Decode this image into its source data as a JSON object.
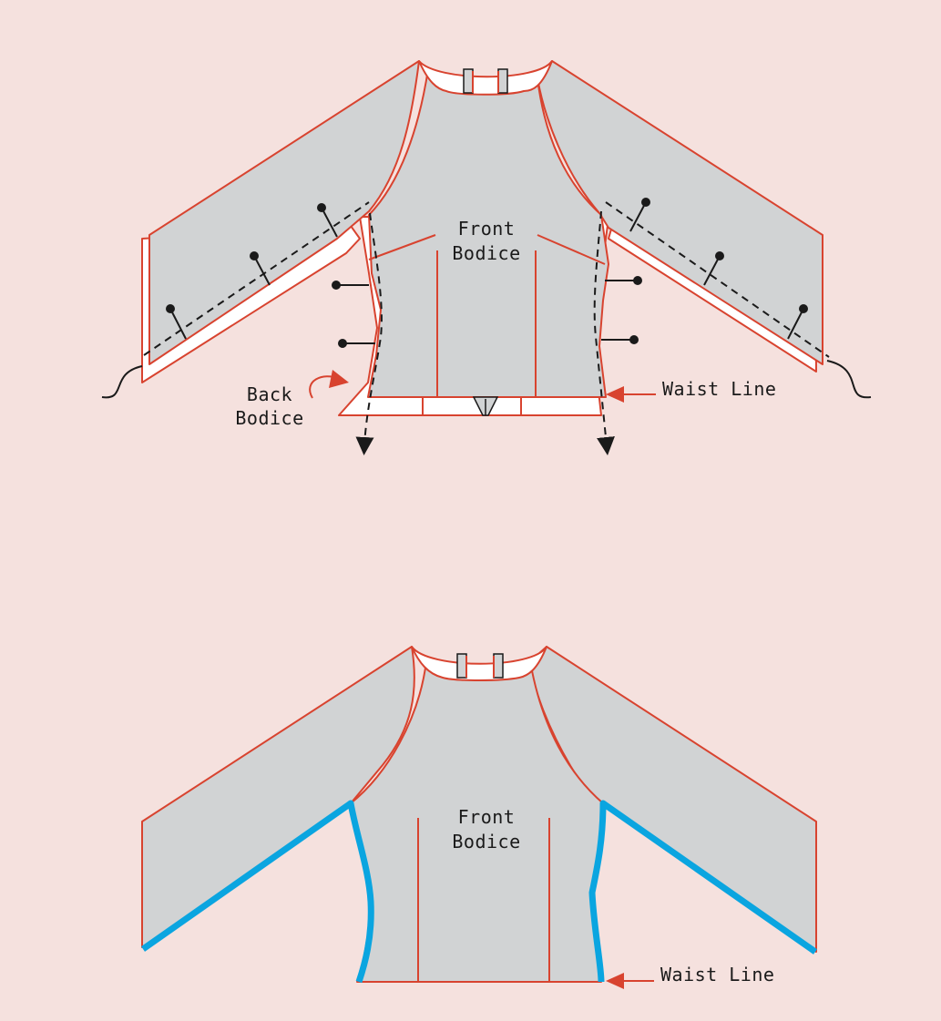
{
  "diagram": {
    "top": {
      "front_bodice_label": [
        "Front",
        "Bodice"
      ],
      "back_bodice_label": [
        "Back",
        "Bodice"
      ],
      "waist_line_label": "Waist Line"
    },
    "bottom": {
      "front_bodice_label": [
        "Front",
        "Bodice"
      ],
      "waist_line_label": "Waist Line"
    },
    "colors": {
      "background": "#f5e1de",
      "fabric": "#d1d3d4",
      "outline": "#d8432f",
      "stitch_highlight": "#0aa5e0",
      "pins": "#1a1a1a"
    }
  }
}
